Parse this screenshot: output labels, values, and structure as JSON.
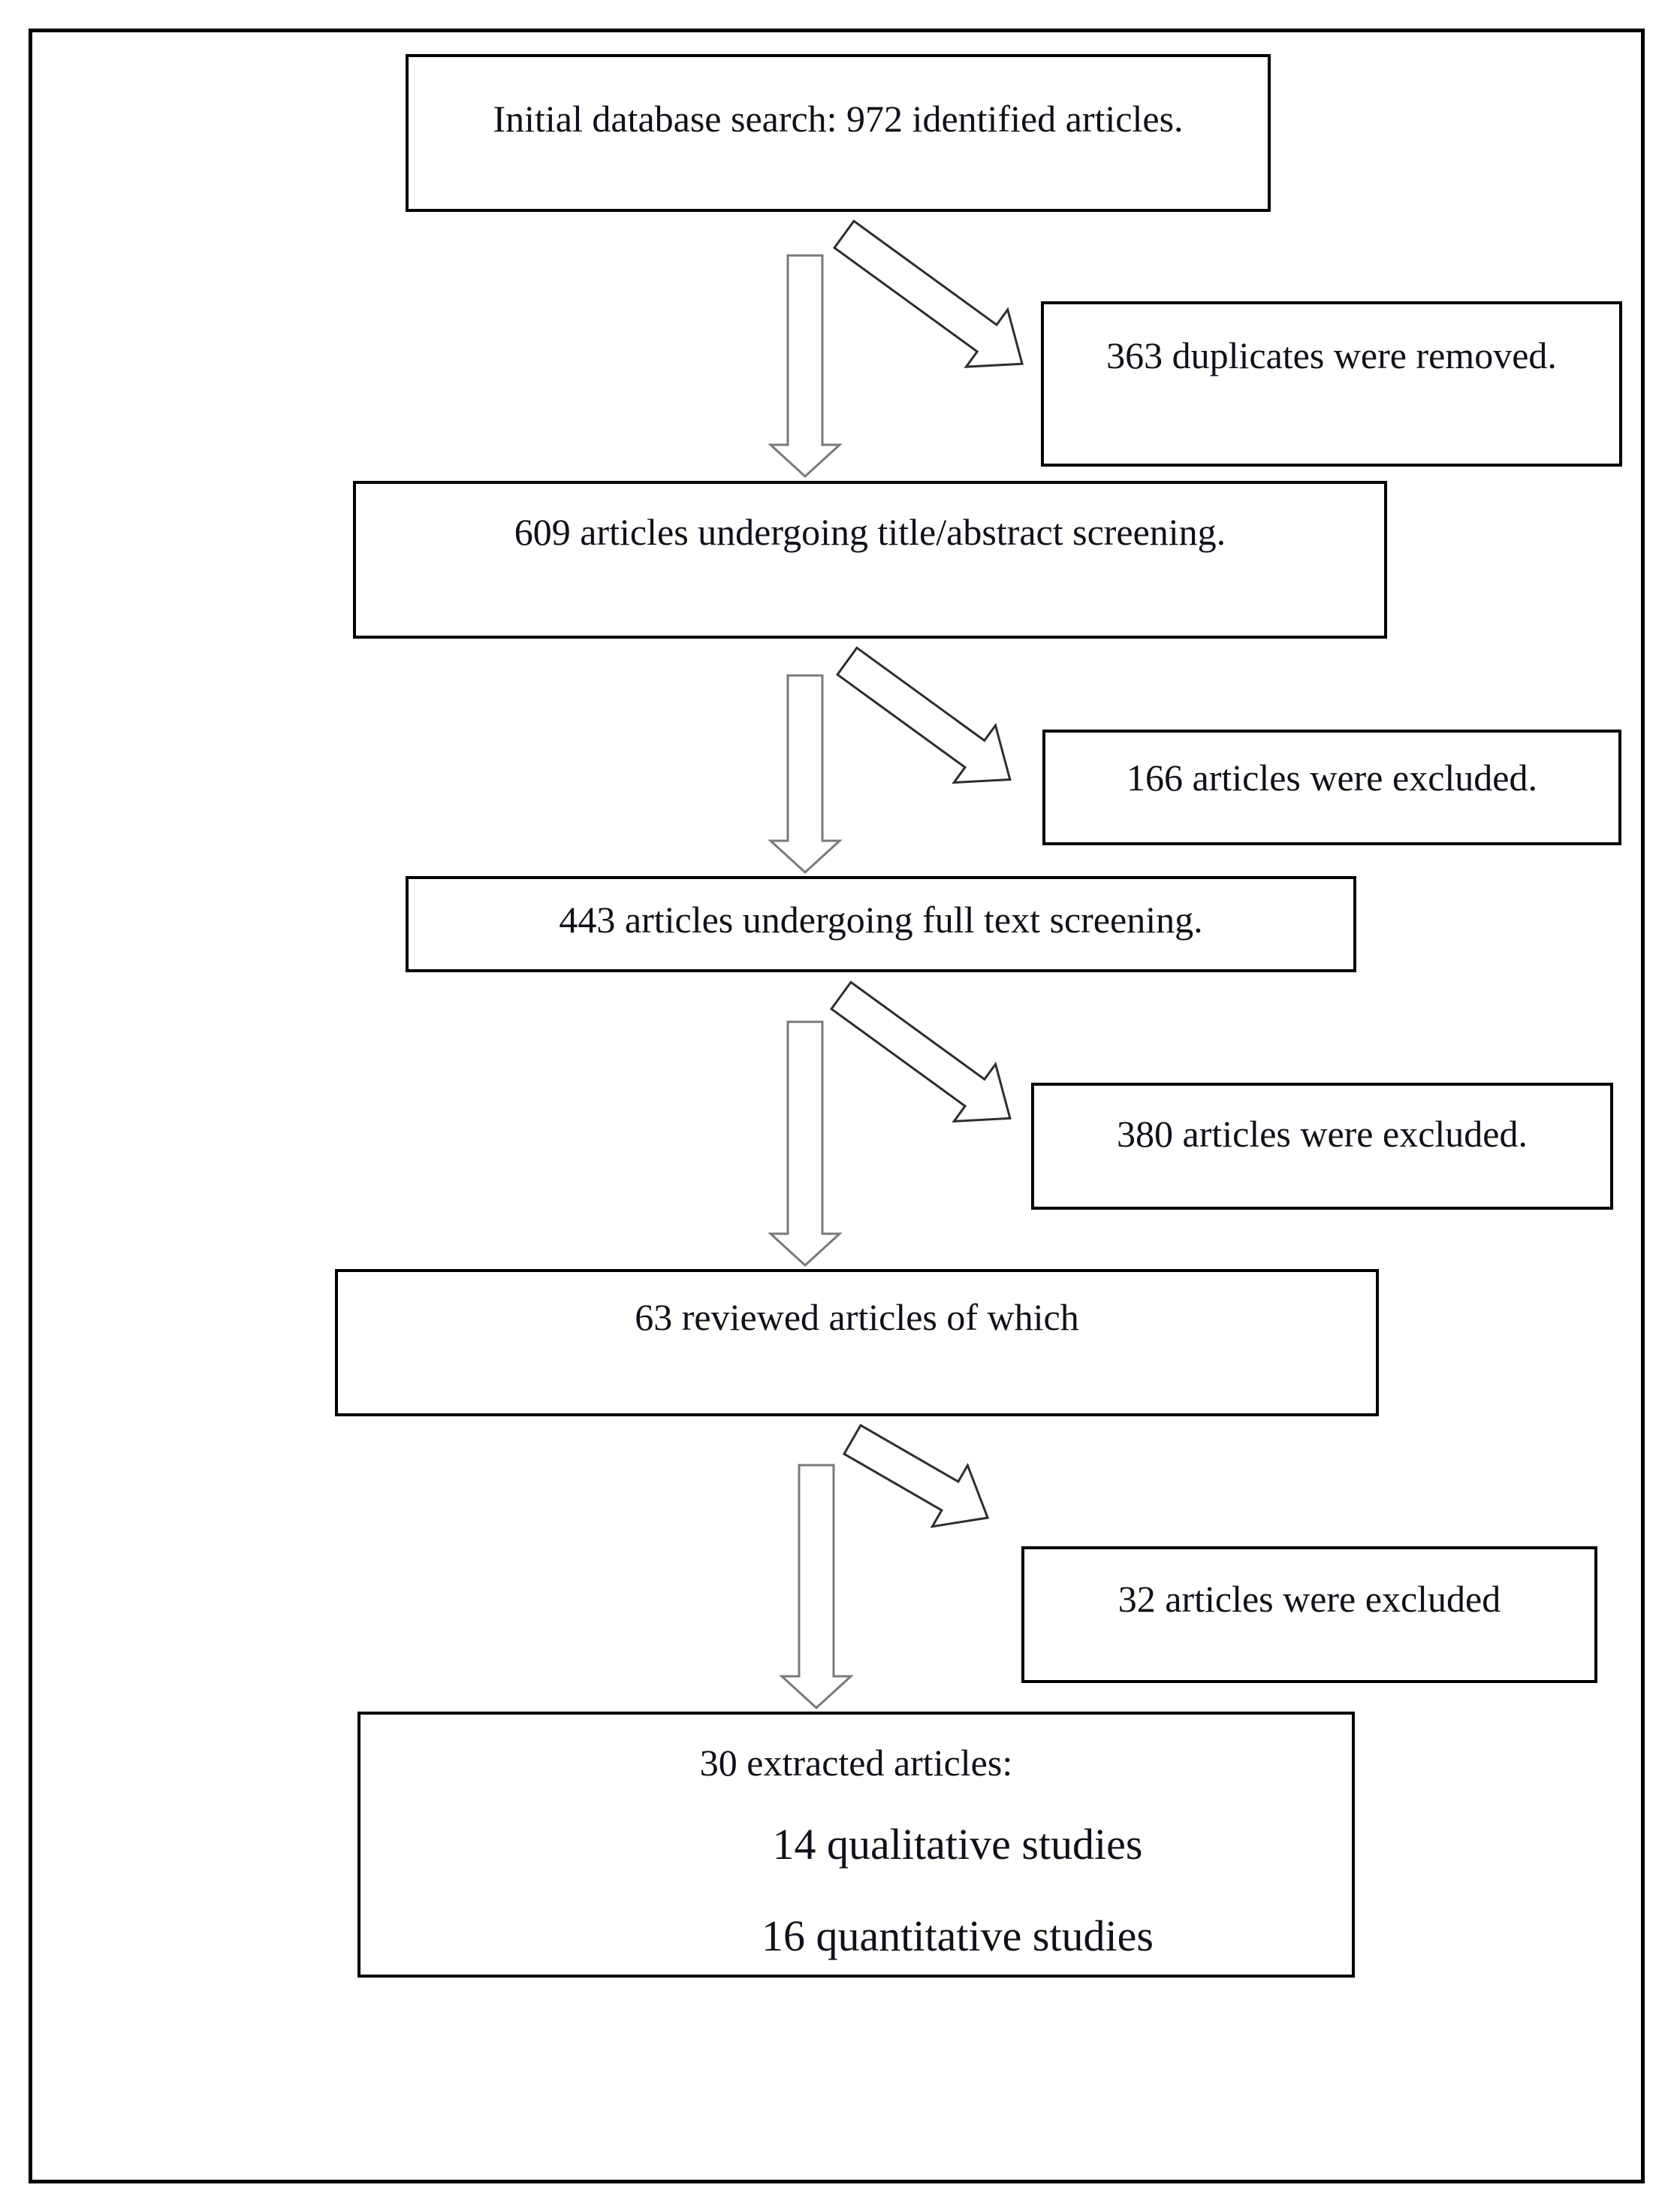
{
  "diagram": {
    "type": "flowchart",
    "description": "Article screening flow diagram",
    "boxes": [
      {
        "id": "initial-search",
        "text": "Initial database search: 972 identified articles."
      },
      {
        "id": "duplicates-removed",
        "text": "363 duplicates were removed."
      },
      {
        "id": "title-abstract-screening",
        "text": "609 articles undergoing title/abstract screening."
      },
      {
        "id": "excluded-after-title",
        "text": "166 articles were excluded."
      },
      {
        "id": "full-text-screening",
        "text": "443 articles undergoing full text screening."
      },
      {
        "id": "excluded-after-full-text",
        "text": "380 articles were excluded."
      },
      {
        "id": "reviewed-articles",
        "text": "63 reviewed articles of which"
      },
      {
        "id": "excluded-after-review",
        "text": "32 articles were excluded"
      },
      {
        "id": "extracted-articles",
        "lines": [
          "30 extracted articles:",
          "14 qualitative studies",
          "16 quantitative studies"
        ]
      }
    ],
    "flow_counts": {
      "identified": 972,
      "duplicates_removed": 363,
      "title_abstract_screened": 609,
      "excluded_title_abstract": 166,
      "full_text_screened": 443,
      "excluded_full_text": 380,
      "reviewed": 63,
      "excluded_review": 32,
      "extracted": 30,
      "qualitative": 14,
      "quantitative": 16
    },
    "icons": {
      "down_arrow": "down-block-arrow",
      "diagonal_arrow": "down-right-block-arrow"
    },
    "colors": {
      "background": "#ffffff",
      "box_border": "#000000",
      "text": "#101018",
      "down_arrow_outline": "#7a7a7a",
      "diagonal_arrow_outline": "#2e2e2e",
      "arrow_fill": "#ffffff"
    }
  }
}
